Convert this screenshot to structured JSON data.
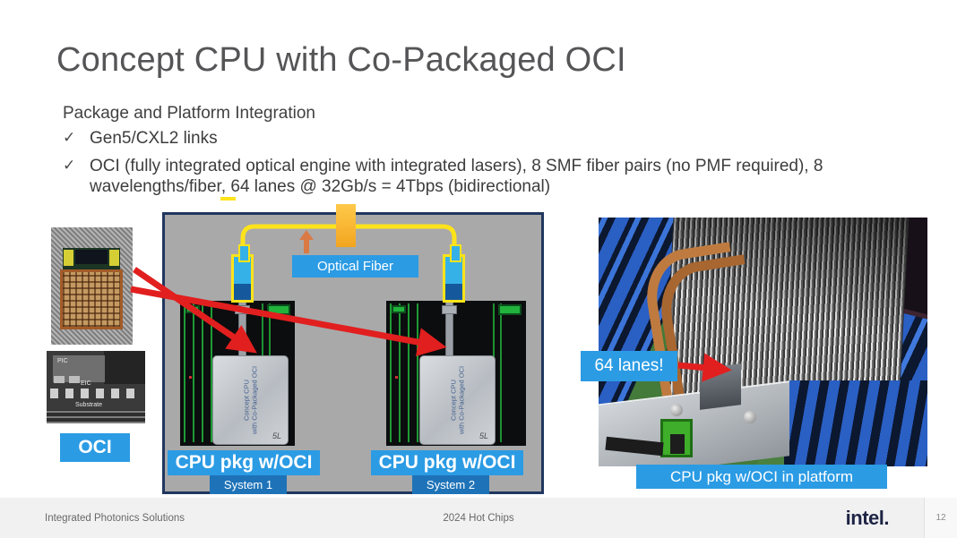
{
  "slide": {
    "title": "Concept CPU with Co-Packaged OCI",
    "subtitle": "Package and Platform Integration",
    "bullets": [
      {
        "marker": "✓",
        "text": "Gen5/CXL2 links"
      },
      {
        "marker": "✓",
        "text": "OCI (fully integrated optical engine with integrated lasers),  8 SMF fiber pairs (no PMF required), 8 wavelengths/fiber, 64 lanes @ 32Gb/s = 4Tbps (bidirectional)"
      }
    ]
  },
  "left_panel": {
    "oci_label": "OCI",
    "cross_section": {
      "pic": "PIC",
      "eic": "EIC",
      "substrate": "Substrate"
    }
  },
  "diagram": {
    "optical_fiber_label": "Optical Fiber",
    "systems": [
      {
        "cpu_label": "CPU pkg w/OCI",
        "system_label": "System 1"
      },
      {
        "cpu_label": "CPU pkg w/OCI",
        "system_label": "System 2"
      }
    ],
    "cpu_marking_line1": "Concept CPU",
    "cpu_marking_line2": "with Co-Packaged OCI",
    "cpu_signature": "5L"
  },
  "right_panel": {
    "lanes_label": "64 lanes!",
    "platform_label": "CPU pkg w/OCI in platform"
  },
  "footer": {
    "left": "Integrated Photonics Solutions",
    "center": "2024 Hot Chips",
    "logo": "intel.",
    "page_number": "12"
  },
  "colors": {
    "label_blue": "#2b9be4",
    "system_blue": "#1e73b8",
    "diagram_border": "#20375f",
    "diagram_bg": "#a9a9a9",
    "fiber_yellow": "#ffe31a",
    "spool_gold": "#ffc000",
    "arrow_red": "#e21f1f",
    "arrow_orange": "#d97a45"
  }
}
